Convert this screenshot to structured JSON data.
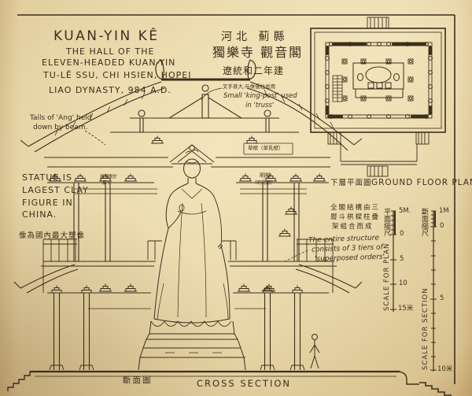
{
  "colors": {
    "paper": "#e7d5a7",
    "ink": "#3c2f1d"
  },
  "title_block": {
    "name": "KUAN-YIN KÊ",
    "line1": "THE HALL OF THE",
    "line2": "ELEVEN-HEADED KUAN-YIN",
    "line3": "TU-LÊ SSU, CHI HSIEN, HOPEI",
    "line4": "LIAO DYNASTY, 984 A.D."
  },
  "chinese_title": {
    "line1": "河北 薊縣",
    "line2": "獨樂寺 觀音閣",
    "line3": "遼統和二年建"
  },
  "annotations": {
    "king_post_zh": "叉手甚大,与侏儒柱並用",
    "king_post_en_1": "Small 'king-post' used",
    "king_post_en_2": "in 'truss'",
    "ang_note_1": "Tails of 'Ang' held",
    "ang_note_2": "down by beam.",
    "ang_note_zh_1": "昂尾壓於",
    "ang_note_zh_2": "梁下",
    "statue_note_1": "STATUE IS",
    "statue_note_2": "LAGEST CLAY",
    "statue_note_3": "FIGURE IN",
    "statue_note_4": "CHINA.",
    "statue_note_zh": "像為國內最大塑像",
    "beam_label_1": "草栿（草乳栿）",
    "beam_label_2": "明栿",
    "beam_label_3": "（明乳栿）",
    "structure_zh_1": "全閣結構由三",
    "structure_zh_2": "層斗栱樑柱疊",
    "structure_zh_3": "架組合而成",
    "structure_en_1": "The entire structure",
    "structure_en_2": "consists of 3 tiers of",
    "structure_en_3": "'superposed orders'."
  },
  "plan": {
    "label_zh": "下層平面圖",
    "label_en": "GROUND FLOOR PLAN"
  },
  "section": {
    "label_zh": "斷面圖",
    "label_en": "CROSS SECTION"
  },
  "scales": {
    "plan": {
      "title_zh": "平面縮尺",
      "unit_top": "5M.",
      "tick_0": "0",
      "tick_5": "5",
      "tick_10": "10",
      "tick_15": "15米",
      "label": "SCALE FOR PLAN"
    },
    "section": {
      "title_zh": "斷面縮尺",
      "unit_top": "1M",
      "tick_0": "0",
      "tick_5": "5",
      "tick_10": "10米",
      "label": "SCALE FOR SECTION"
    }
  }
}
